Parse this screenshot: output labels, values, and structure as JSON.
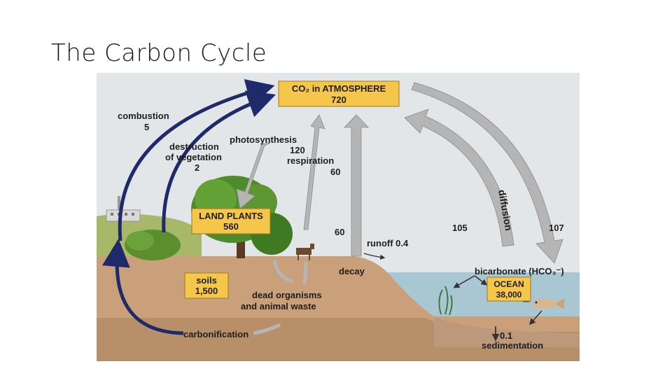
{
  "slide": {
    "title": "The Carbon Cycle"
  },
  "diagram": {
    "boxes": {
      "atmosphere": {
        "line1": "CO₂ in ATMOSPHERE",
        "value": "720"
      },
      "land_plants": {
        "line1": "LAND PLANTS",
        "value": "560"
      },
      "soils": {
        "line1": "soils",
        "value": "1,500"
      },
      "ocean": {
        "line1": "OCEAN",
        "value": "38,000"
      }
    },
    "flows": {
      "combustion": {
        "label": "combustion",
        "value": "5"
      },
      "destruction": {
        "label1": "destruction",
        "label2": "of vegetation",
        "value": "2"
      },
      "photosynthesis": {
        "label": "photosynthesis",
        "value": "120"
      },
      "respiration": {
        "label": "respiration",
        "value": "60"
      },
      "decay_value": "60",
      "runoff": "runoff 0.4",
      "decay": "decay",
      "ocean_uptake": "105",
      "ocean_release": "107",
      "diffusion": "diffusion",
      "bicarbonate": "bicarbonate (HCO₃⁻)",
      "dead_organisms1": "dead organisms",
      "dead_organisms2": "and animal waste",
      "carbonification": "carbonification",
      "sedimentation_value": "0.1",
      "sedimentation": "sedimentation"
    },
    "colors": {
      "box_fill": "#f5c64a",
      "sky": "#e4e7ea",
      "soil": "#caa079",
      "ocean": "#a9c7d2",
      "tree": "#4e8a2a",
      "arrow_dark": "#1f2a6b",
      "arrow_gray": "#b5b5b5"
    }
  }
}
